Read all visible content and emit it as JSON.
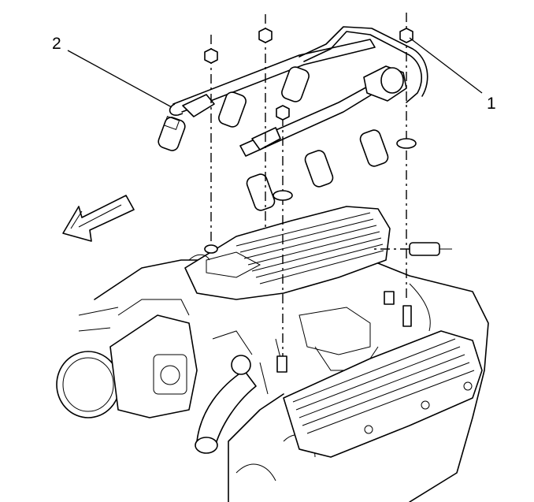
{
  "callouts": [
    {
      "number": "1",
      "part": "fuel-rail-attachment-nut"
    },
    {
      "number": "2",
      "part": "fuel-rail-assembly"
    }
  ],
  "colors": {
    "line": "#000000",
    "background": "#ffffff"
  }
}
